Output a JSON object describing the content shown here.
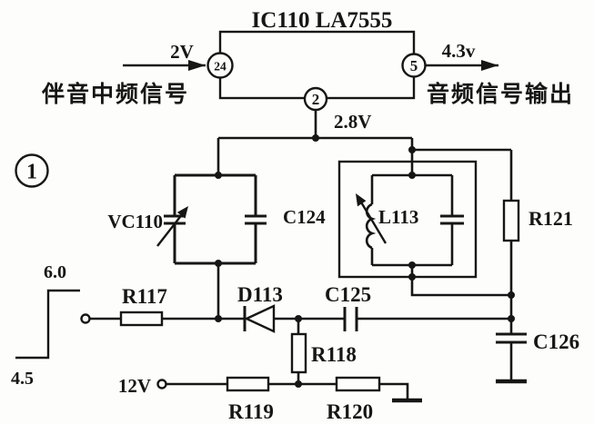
{
  "page": {
    "figure_badge": "1"
  },
  "ic": {
    "title": "IC110 LA7555",
    "pin_input": "24",
    "pin_output": "5",
    "pin_bottom": "2"
  },
  "signals": {
    "input_label": "伴音中频信号",
    "output_label": "音频信号输出"
  },
  "voltages": {
    "input": "2V",
    "output": "4.3v",
    "pin2": "2.8V",
    "wave_high": "6.0",
    "wave_low": "4.5",
    "supply": "12V"
  },
  "components": {
    "vc110": "VC110",
    "c124": "C124",
    "l113": "L113",
    "r121": "R121",
    "r117": "R117",
    "d113": "D113",
    "c125": "C125",
    "r118": "R118",
    "r119": "R119",
    "r120": "R120",
    "c126": "C126"
  },
  "colors": {
    "ink": "#161616",
    "paper": "#fdfdfb"
  }
}
